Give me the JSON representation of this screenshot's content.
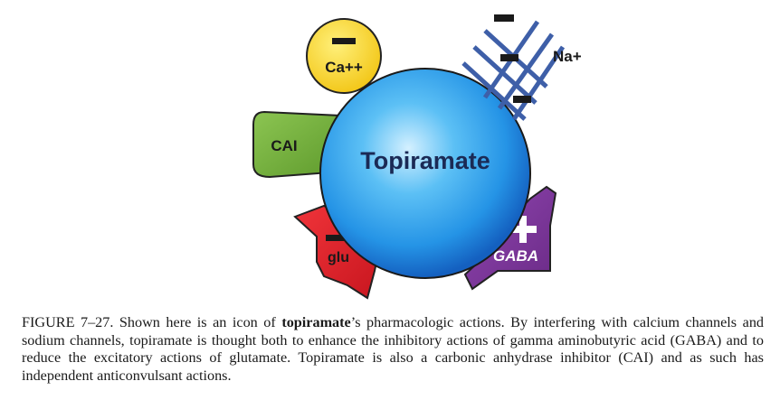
{
  "diagram": {
    "center_label": "Topiramate",
    "ca_label": "Ca++",
    "na_label": "Na+",
    "cai_label": "CAI",
    "glu_label": "glu",
    "gaba_label": "GABA"
  },
  "caption": {
    "prefix": "FIGURE 7–27. Shown here is an icon of ",
    "drug": "topiramate",
    "suffix": "’s pharmacologic actions. By interfering with calcium channels and sodium channels, topiramate is thought both to enhance the inhibitory actions of gamma aminobutyric acid (GABA) and to reduce the excitatory actions of glutamate. Topiramate is also a carbonic anhydrase inhibitor (CAI) and as such has independent anticonvulsant actions."
  },
  "colors": {
    "sphere_light": "#cfeeff",
    "sphere_mid": "#2ea3ec",
    "sphere_dark": "#1257b8",
    "ca_yellow": "#f7d21e",
    "cai_green": "#74b03a",
    "glu_red": "#e1232b",
    "gaba_purple": "#7b3596",
    "na_grid": "#3e5fa8"
  }
}
